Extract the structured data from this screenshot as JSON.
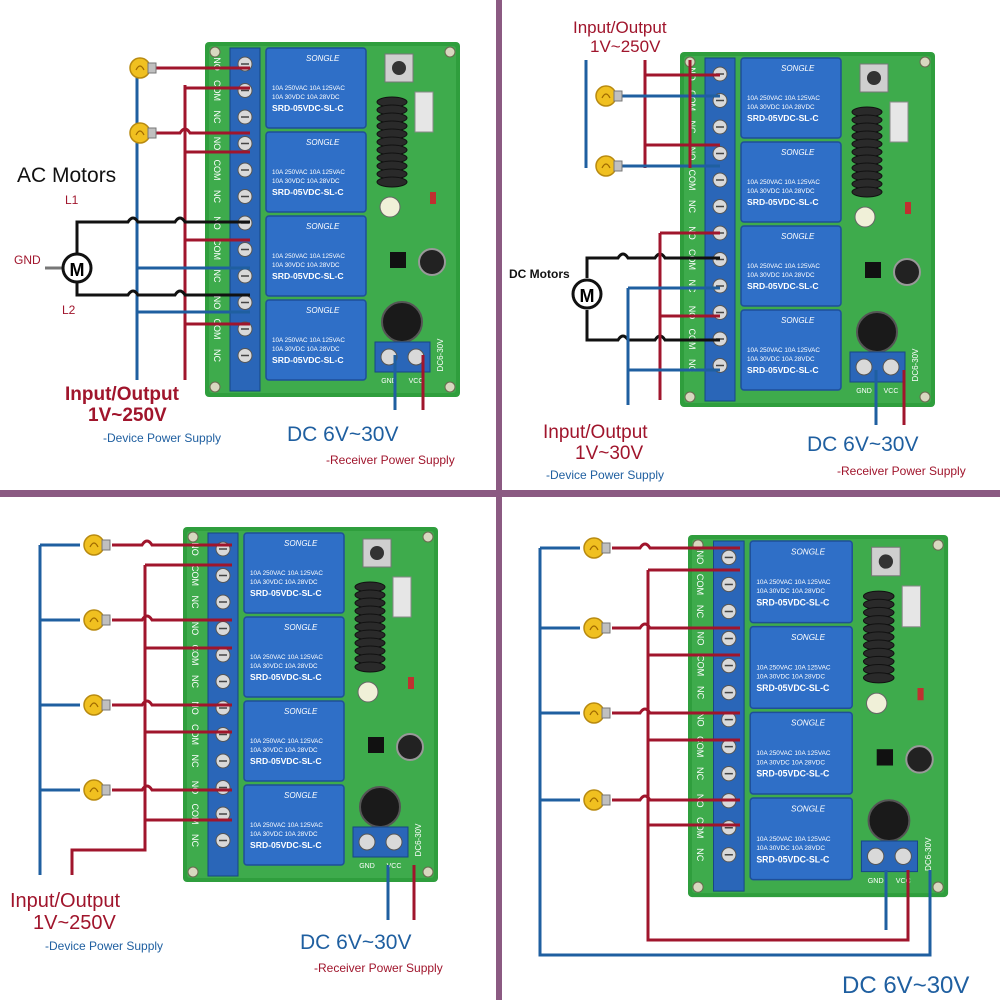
{
  "colors": {
    "divider": "#8b5a82",
    "board": "#2f9e3d",
    "board_light": "#5cc46a",
    "relay": "#2f6fc7",
    "relay_dark": "#1f4f98",
    "red_wire": "#a0152c",
    "blue_wire": "#1f5fa0",
    "black_wire": "#111111",
    "bulb": "#f0c020",
    "title_red": "#a0152c",
    "title_blue": "#1f5fa0"
  },
  "relay": {
    "brand": "SONGLE",
    "line1": "10A 250VAC  10A 125VAC",
    "line2": "10A  30VDC  10A  28VDC",
    "model": "SRD-05VDC-SL-C"
  },
  "terminal_labels": [
    "NO",
    "COM",
    "NC"
  ],
  "power_terminal": {
    "gnd": "GND",
    "vcc": "VCC",
    "range": "DC6-30V"
  },
  "panels": [
    {
      "id": "top-left",
      "title": "AC Motors",
      "l1": "L1",
      "l2": "L2",
      "gnd": "GND",
      "motor_symbol": "M",
      "input_title": "Input/Output",
      "input_range": "1V~250V",
      "device_supply": "-Device Power Supply",
      "dc_range": "DC 6V~30V",
      "receiver_supply": "-Receiver Power Supply"
    },
    {
      "id": "top-right",
      "input_title_top": "Input/Output",
      "input_range_top": "1V~250V",
      "motors_label": "DC Motors",
      "motor_symbol": "M",
      "input_title": "Input/Output",
      "input_range": "1V~30V",
      "device_supply": "-Device Power Supply",
      "dc_range": "DC 6V~30V",
      "receiver_supply": "-Receiver Power Supply"
    },
    {
      "id": "bottom-left",
      "input_title": "Input/Output",
      "input_range": "1V~250V",
      "device_supply": "-Device Power Supply",
      "dc_range": "DC 6V~30V",
      "receiver_supply": "-Receiver Power Supply"
    },
    {
      "id": "bottom-right",
      "dc_range": "DC 6V~30V"
    }
  ]
}
